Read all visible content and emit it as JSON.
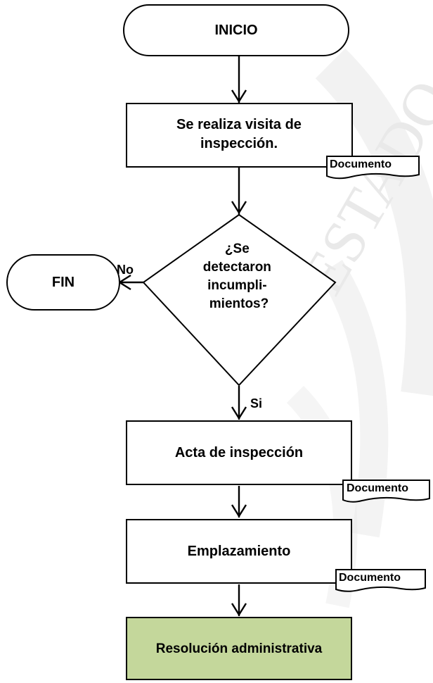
{
  "nodes": {
    "start": "INICIO",
    "step1": "Se realiza visita de inspección.",
    "decision": "¿Se detectaron incumpli-mientos?",
    "decision_lines": [
      "¿Se",
      "detectaron",
      "incumpli-",
      "mientos?"
    ],
    "end": "FIN",
    "step2": "Acta de inspección",
    "step3": "Emplazamiento",
    "step4": "Resolución administrativa"
  },
  "document_tags": [
    "Documento",
    "Documento",
    "Documento"
  ],
  "branches": {
    "no": "No",
    "yes": "Si"
  },
  "colors": {
    "final_box_fill": "#c4d79b",
    "watermark": "#e6e6e6",
    "stroke": "#000000"
  },
  "watermark": {
    "text": "ESTADO"
  }
}
